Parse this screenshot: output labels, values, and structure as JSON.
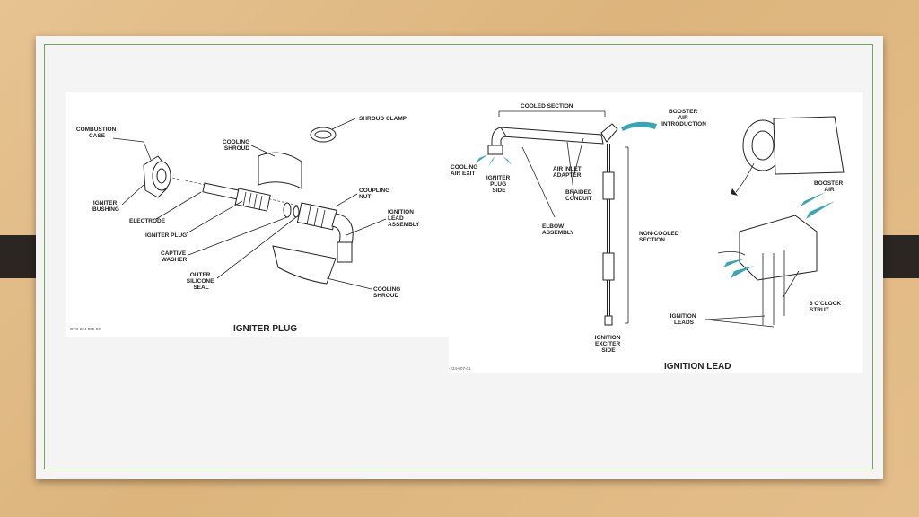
{
  "slide": {
    "accent_color": "#7aa35a",
    "background_color": "#dcb47c"
  },
  "igniter_plug": {
    "figure_id": "CTC-224-005-00",
    "title": "IGNITER PLUG",
    "labels": {
      "combustion_case": [
        "COMBUSTION",
        "CASE"
      ],
      "igniter_bushing": [
        "IGNITER",
        "BUSHING"
      ],
      "electrode": "ELECTRODE",
      "igniter_plug": "IGNITER PLUG",
      "captive_washer": [
        "CAPTIVE",
        "WASHER"
      ],
      "outer_silicone_seal": [
        "OUTER",
        "SILICONE",
        "SEAL"
      ],
      "cooling_shroud_top": [
        "COOLING",
        "SHROUD"
      ],
      "shroud_clamp": "SHROUD CLAMP",
      "coupling_nut": [
        "COUPLING",
        "NUT"
      ],
      "ignition_lead_assembly": [
        "IGNITION",
        "LEAD",
        "ASSEMBLY"
      ],
      "cooling_shroud_bottom": [
        "COOLING",
        "SHROUD"
      ]
    }
  },
  "ignition_lead": {
    "figure_id": "-224-007-01",
    "title": "IGNITION LEAD",
    "labels": {
      "cooled_section": "COOLED SECTION",
      "booster_air_introduction": [
        "BOOSTER",
        "AIR",
        "INTRODUCTION"
      ],
      "cooling_air_exit": [
        "COOLING",
        "AIR EXIT"
      ],
      "igniter_plug_side": [
        "IGNITER",
        "PLUG",
        "SIDE"
      ],
      "air_inlet_adapter": [
        "AIR INLET",
        "ADAPTER"
      ],
      "braided_conduit": [
        "BRAIDED",
        "CONDUIT"
      ],
      "elbow_assembly": [
        "ELBOW",
        "ASSEMBLY"
      ],
      "non_cooled_section": [
        "NON-COOLED",
        "SECTION"
      ],
      "ignition_exciter_side": [
        "IGNITION",
        "EXCITER",
        "SIDE"
      ],
      "booster_air": [
        "BOOSTER",
        "AIR"
      ],
      "six_oclock_strut": [
        "6 O'CLOCK",
        "STRUT"
      ],
      "ignition_leads": [
        "IGNITION",
        "LEADS"
      ]
    }
  }
}
